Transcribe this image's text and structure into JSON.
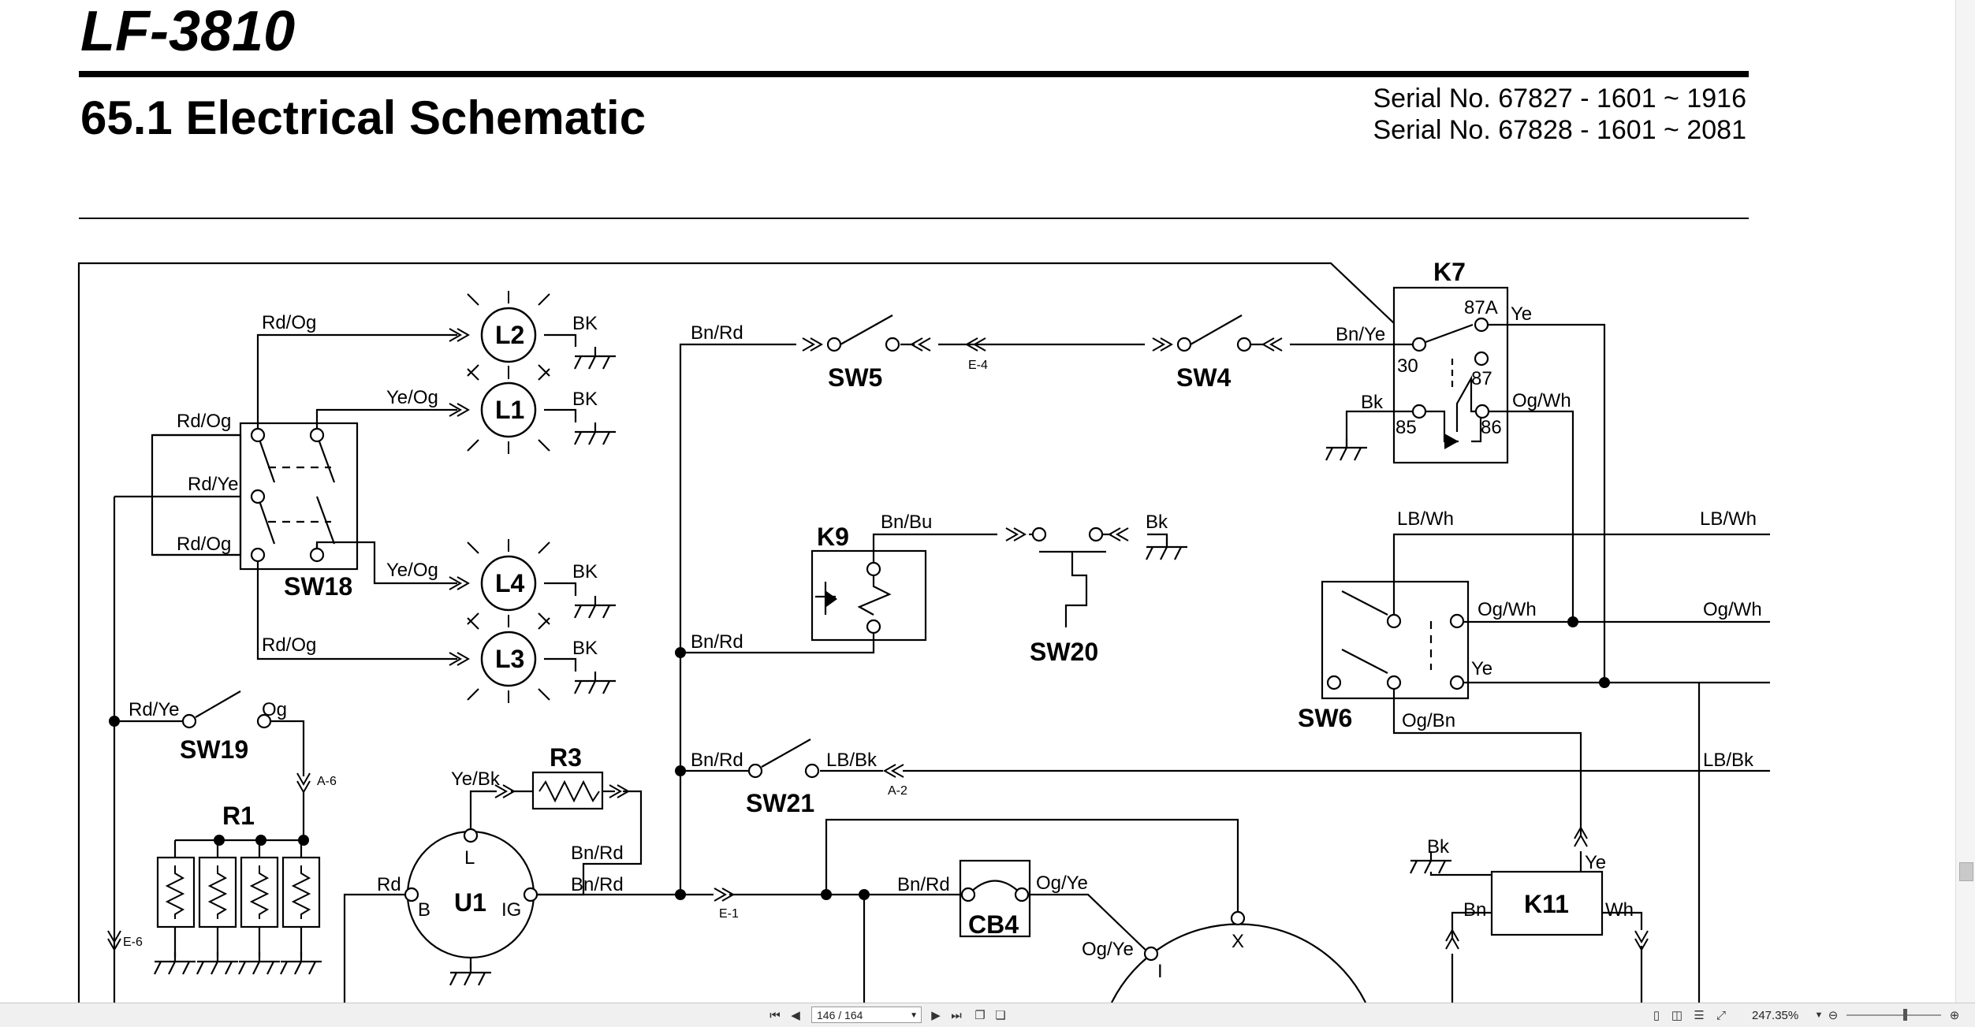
{
  "document": {
    "title": "LF-3810",
    "section": "65.1 Electrical Schematic",
    "serials": [
      "Serial No. 67827 - 1601 ~ 1916",
      "Serial No. 67828 - 1601 ~ 2081"
    ]
  },
  "schematic": {
    "components": [
      "K7",
      "K9",
      "K11",
      "SW4",
      "SW5",
      "SW6",
      "SW18",
      "SW19",
      "SW20",
      "SW21",
      "L1",
      "L2",
      "L3",
      "L4",
      "R1",
      "R3",
      "U1",
      "CB4"
    ],
    "wires": {
      "rd_og": "Rd/Og",
      "rd_ye": "Rd/Ye",
      "ye_og": "Ye/Og",
      "bk_upper": "BK",
      "bk": "Bk",
      "bn_rd": "Bn/Rd",
      "bn_ye": "Bn/Ye",
      "ye": "Ye",
      "og_wh": "Og/Wh",
      "lb_wh": "LB/Wh",
      "bn_bu": "Bn/Bu",
      "og": "Og",
      "og_bn": "Og/Bn",
      "lb_bk": "LB/Bk",
      "ye_bk": "Ye/Bk",
      "rd": "Rd",
      "og_ye": "Og/Ye",
      "bn": "Bn",
      "wh": "Wh"
    },
    "connectors": [
      "E-4",
      "A-6",
      "A-2",
      "E-6",
      "E-1"
    ],
    "pins": {
      "k7": [
        "87A",
        "30",
        "87",
        "85",
        "86"
      ],
      "u1": [
        "L",
        "B",
        "IG"
      ],
      "gen": [
        "X",
        "I"
      ]
    }
  },
  "viewer": {
    "page_indicator": "146 / 164",
    "zoom": "247.35%",
    "icons": [
      "first-page-icon",
      "prev-page-icon",
      "next-page-icon",
      "last-page-icon",
      "copy-icon",
      "paste-icon",
      "single-page-icon",
      "two-page-icon",
      "continuous-icon",
      "fit-icon",
      "zoom-out-icon",
      "zoom-in-icon"
    ]
  }
}
